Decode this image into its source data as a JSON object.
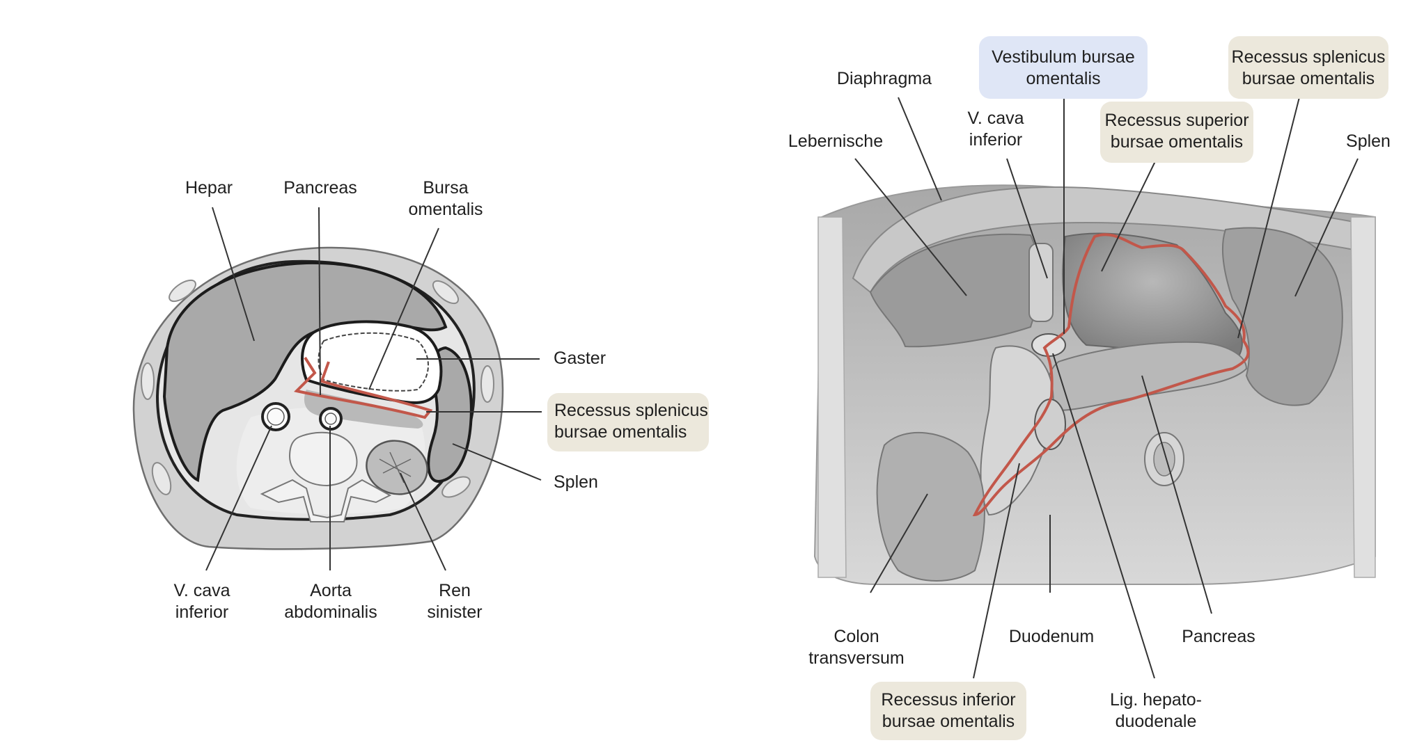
{
  "colors": {
    "peritoneal_red": "#c2574a",
    "highlight_beige": "#ece8dc",
    "highlight_blue": "#dfe6f6",
    "organ_gray": "#a9a9a9",
    "tissue_light": "#dcdcdc",
    "leader_line": "#333333"
  },
  "left_figure": {
    "labels": {
      "hepar": "Hepar",
      "pancreas": "Pancreas",
      "bursa_1": "Bursa",
      "bursa_2": "omentalis",
      "gaster": "Gaster",
      "recessus_splenicus_1": "Recessus splenicus",
      "recessus_splenicus_2": "bursae omentalis",
      "splen": "Splen",
      "vcava_1": "V. cava",
      "vcava_2": "inferior",
      "aorta_1": "Aorta",
      "aorta_2": "abdominalis",
      "ren_1": "Ren",
      "ren_2": "sinister"
    }
  },
  "right_figure": {
    "labels": {
      "vestibulum_1": "Vestibulum bursae",
      "vestibulum_2": "omentalis",
      "diaphragma": "Diaphragma",
      "rec_splen_1": "Recessus splenicus",
      "rec_splen_2": "bursae omentalis",
      "vcava_1": "V. cava",
      "vcava_2": "inferior",
      "rec_sup_1": "Recessus superior",
      "rec_sup_2": "bursae omentalis",
      "lebernische": "Lebernische",
      "splen": "Splen",
      "colon_1": "Colon",
      "colon_2": "transversum",
      "duodenum": "Duodenum",
      "pancreas": "Pancreas",
      "rec_inf_1": "Recessus inferior",
      "rec_inf_2": "bursae omentalis",
      "lig_1": "Lig. hepato-",
      "lig_2": "duodenale"
    }
  }
}
